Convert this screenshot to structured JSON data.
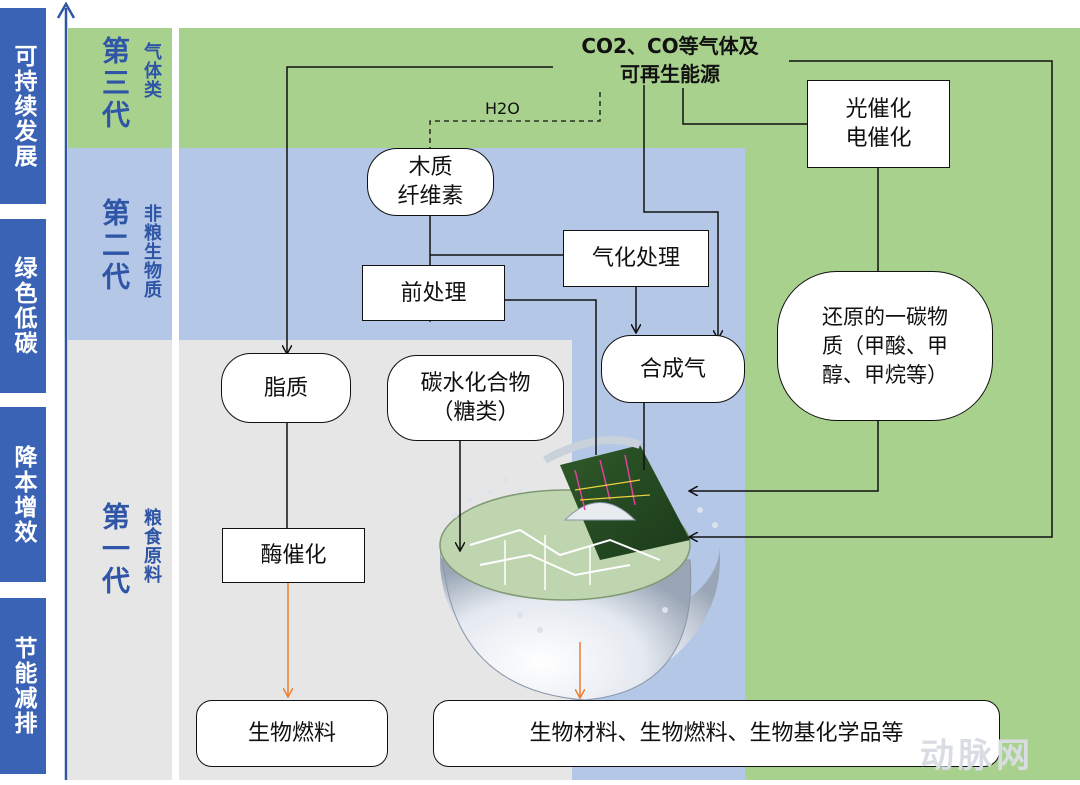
{
  "side_labels": [
    "可持续发展",
    "绿色低碳",
    "降本增效",
    "节能减排"
  ],
  "generations": {
    "third": {
      "title": "第三代",
      "sub": "气体类"
    },
    "second": {
      "title": "第二代",
      "sub": "非粮生物质"
    },
    "first": {
      "title": "第一代",
      "sub": "粮食原料"
    }
  },
  "nodes": {
    "co2": "CO2、CO等气体及\n可再生能源",
    "h2o": "H2O",
    "wood": "木质\n纤维素",
    "gasify": "气化处理",
    "pretreat": "前处理",
    "photo": "光催化\n电催化",
    "reduced": "还原的一碳物\n质（甲酸、甲\n醇、甲烷等）",
    "fat": "脂质",
    "carb": "碳水化合物\n（糖类）",
    "syngas": "合成气",
    "enzyme": "酶催化",
    "biofuel": "生物燃料",
    "products": "生物材料、生物燃料、生物基化学品等"
  },
  "watermark": "动脉网",
  "colors": {
    "green": "#a9d18e",
    "blue": "#b4c7e7",
    "gray": "#e7e6e6",
    "side": "#3a63b5",
    "gen_text": "#2f56a6",
    "arrow_orange": "#ed7d31"
  }
}
